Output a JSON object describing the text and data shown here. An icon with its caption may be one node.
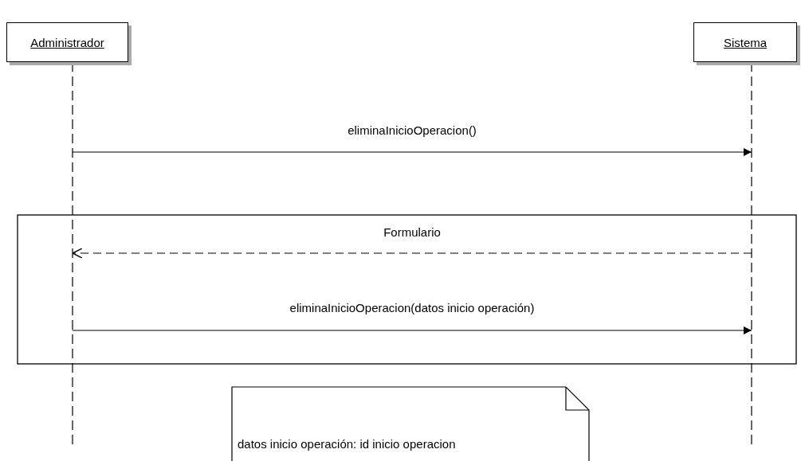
{
  "diagram": {
    "nodes": [
      {
        "text": [
          "Administrador"
        ]
      },
      {
        "text": [
          "Sistema"
        ]
      },
      {
        "text": [
          "datos inicio operación: id inicio operacion"
        ]
      }
    ],
    "edges": [
      {
        "from": 0,
        "to": 1,
        "arrow": "to",
        "label": "eliminaInicioOperacion()"
      },
      {
        "from": 1,
        "to": 0,
        "arrow": "to",
        "label": "Formulario",
        "style": "dashed"
      },
      {
        "from": 0,
        "to": 1,
        "arrow": "to",
        "label": "eliminaInicioOperacion(datos inicio operación)"
      }
    ]
  }
}
